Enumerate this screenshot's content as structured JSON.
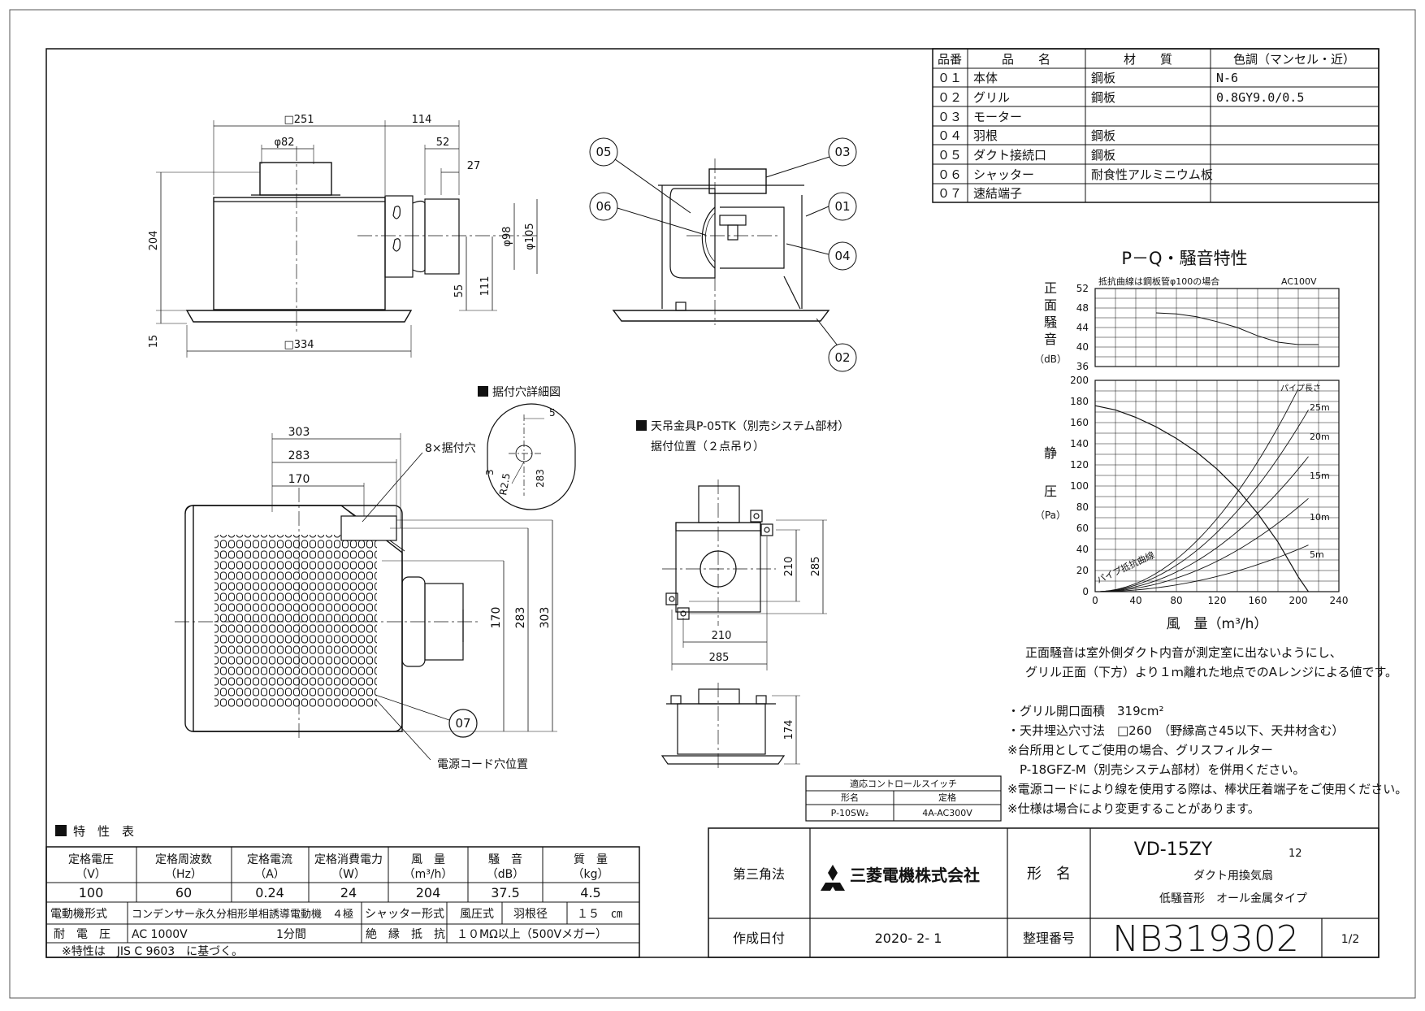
{
  "parts_table": {
    "headers": [
      "品番",
      "品　　名",
      "材　　質",
      "色調（マンセル・近）"
    ],
    "rows": [
      [
        "０１",
        "本体",
        "鋼板",
        "N-6"
      ],
      [
        "０２",
        "グリル",
        "鋼板",
        "0.8GY9.0/0.5"
      ],
      [
        "０３",
        "モーター",
        "",
        ""
      ],
      [
        "０４",
        "羽根",
        "鋼板",
        ""
      ],
      [
        "０５",
        "ダクト接続口",
        "鋼板",
        ""
      ],
      [
        "０６",
        "シャッター",
        "耐食性アルミニウム板",
        ""
      ],
      [
        "０７",
        "速結端子",
        "",
        ""
      ]
    ]
  },
  "front_view": {
    "dims": [
      "□251",
      "114",
      "φ82",
      "52",
      "27",
      "204",
      "φ98",
      "φ105",
      "55",
      "111",
      "15",
      "□334"
    ]
  },
  "section_view": {
    "callouts": [
      "05",
      "06",
      "03",
      "01",
      "04",
      "02"
    ]
  },
  "mount_hole_detail": {
    "title": "据付穴詳細図",
    "dims": [
      "5",
      "3",
      "R2.5",
      "283"
    ]
  },
  "bottom_view": {
    "dims_top": [
      "303",
      "283",
      "170"
    ],
    "hole_label": "8×据付穴",
    "dims_right": [
      "170",
      "283",
      "303"
    ],
    "callout": "07",
    "cord_label": "電源コード穴位置"
  },
  "hanger": {
    "title1": "天吊金具P-05TK（別売システム部材）",
    "title2": "据付位置（２点吊り）",
    "dims": [
      "210",
      "285",
      "210",
      "285",
      "174"
    ]
  },
  "chart_data": {
    "type": "line",
    "title": "P－Q・騒音特性",
    "note": "抵抗曲線は鋼板管φ100の場合",
    "voltage": "AC100V",
    "noise_ylabel": [
      "正",
      "面",
      "騒",
      "音",
      "（dB）"
    ],
    "noise_yticks": [
      52,
      48,
      44,
      40,
      36
    ],
    "noise_ylim": [
      36,
      52
    ],
    "pressure_ylabel": [
      "静",
      "圧",
      "（Pa）"
    ],
    "pressure_yticks": [
      200,
      180,
      160,
      140,
      120,
      100,
      80,
      60,
      40,
      20,
      0
    ],
    "pressure_ylim": [
      0,
      200
    ],
    "xticks": [
      0,
      40,
      80,
      120,
      160,
      200,
      240
    ],
    "xlim": [
      0,
      240
    ],
    "xlabel": "風　量（m³/h）",
    "pipe_title": "パイプ長さ",
    "pipe_lengths": [
      "25m",
      "20m",
      "15m",
      "10m",
      "5m"
    ],
    "pipe_curve_label": "パイプ抵抗曲線",
    "noise_curve": {
      "x": [
        60,
        80,
        100,
        120,
        140,
        160,
        180,
        200,
        220
      ],
      "y": [
        47,
        46.8,
        46.2,
        45.2,
        44,
        42.3,
        41,
        40.5,
        40.5
      ]
    },
    "pq_curve": {
      "x": [
        0,
        20,
        40,
        60,
        80,
        100,
        120,
        140,
        160,
        180,
        200,
        210
      ],
      "y": [
        176,
        172,
        165,
        156,
        145,
        132,
        116,
        97,
        74,
        47,
        14,
        0
      ]
    },
    "pipe_curves": [
      {
        "name": "25m",
        "k": 0.0048
      },
      {
        "name": "20m",
        "k": 0.0039
      },
      {
        "name": "15m",
        "k": 0.0029
      },
      {
        "name": "10m",
        "k": 0.002
      },
      {
        "name": "5m",
        "k": 0.001
      }
    ]
  },
  "chart_notes": [
    "正面騒音は室外側ダクト内音が測定室に出ないようにし、",
    "グリル正面（下方）より１ｍ離れた地点でのAレンジによる値です。"
  ],
  "spec_notes": [
    "・グリル開口面積　319cm²",
    "・天井埋込穴寸法　□260　（野縁高さ45以下、天井材含む）",
    "※台所用としてご使用の場合、グリスフィルター",
    "　P-18GFZ-M（別売システム部材）を併用ください。",
    "※電源コードにより線を使用する際は、棒状圧着端子をご使用ください。",
    "※仕様は場合により変更することがあります。"
  ],
  "control_switch": {
    "title": "適応コントロールスイッチ",
    "col_model": "形名",
    "col_rating": "定格",
    "model": "P-10SW₂",
    "rating": "4A-AC300V"
  },
  "characteristics": {
    "title": "特　性　表",
    "headers": [
      [
        "定格電圧",
        "（V）"
      ],
      [
        "定格周波数",
        "（Hz）"
      ],
      [
        "定格電流",
        "（A）"
      ],
      [
        "定格消費電力",
        "（W）"
      ],
      [
        "風　量",
        "（m³/h）"
      ],
      [
        "騒　音",
        "（dB）"
      ],
      [
        "質　量",
        "（kg）"
      ]
    ],
    "values": [
      "100",
      "60",
      "0.24",
      "24",
      "204",
      "37.5",
      "4.5"
    ],
    "motor_label": "電動機形式",
    "motor_value": "コンデンサー永久分相形単相誘導電動機　４極",
    "shutter_label": "シャッター形式",
    "shutter_value": "風圧式",
    "blade_label": "羽根径",
    "blade_value": "１５　㎝",
    "withstand_label": "耐　電　圧",
    "withstand_value": "AC 1000V",
    "withstand_time": "1分間",
    "insulation_label": "絶　縁　抵　抗",
    "insulation_value": "１０MΩ以上（500Vメガー）",
    "footnote": "※特性は　JIS C 9603　に基づく。"
  },
  "title_block": {
    "projection": "第三角法",
    "company": "三菱電機株式会社",
    "model_label": "形　名",
    "model": "VD-15ZY",
    "model_suffix": "12",
    "desc1": "ダクト用換気扇",
    "desc2": "低騒音形　オール金属タイプ",
    "date_label": "作成日付",
    "date": "2020- 2- 1",
    "number_label": "整理番号",
    "number": "NB319302",
    "sheet": "1/2"
  }
}
